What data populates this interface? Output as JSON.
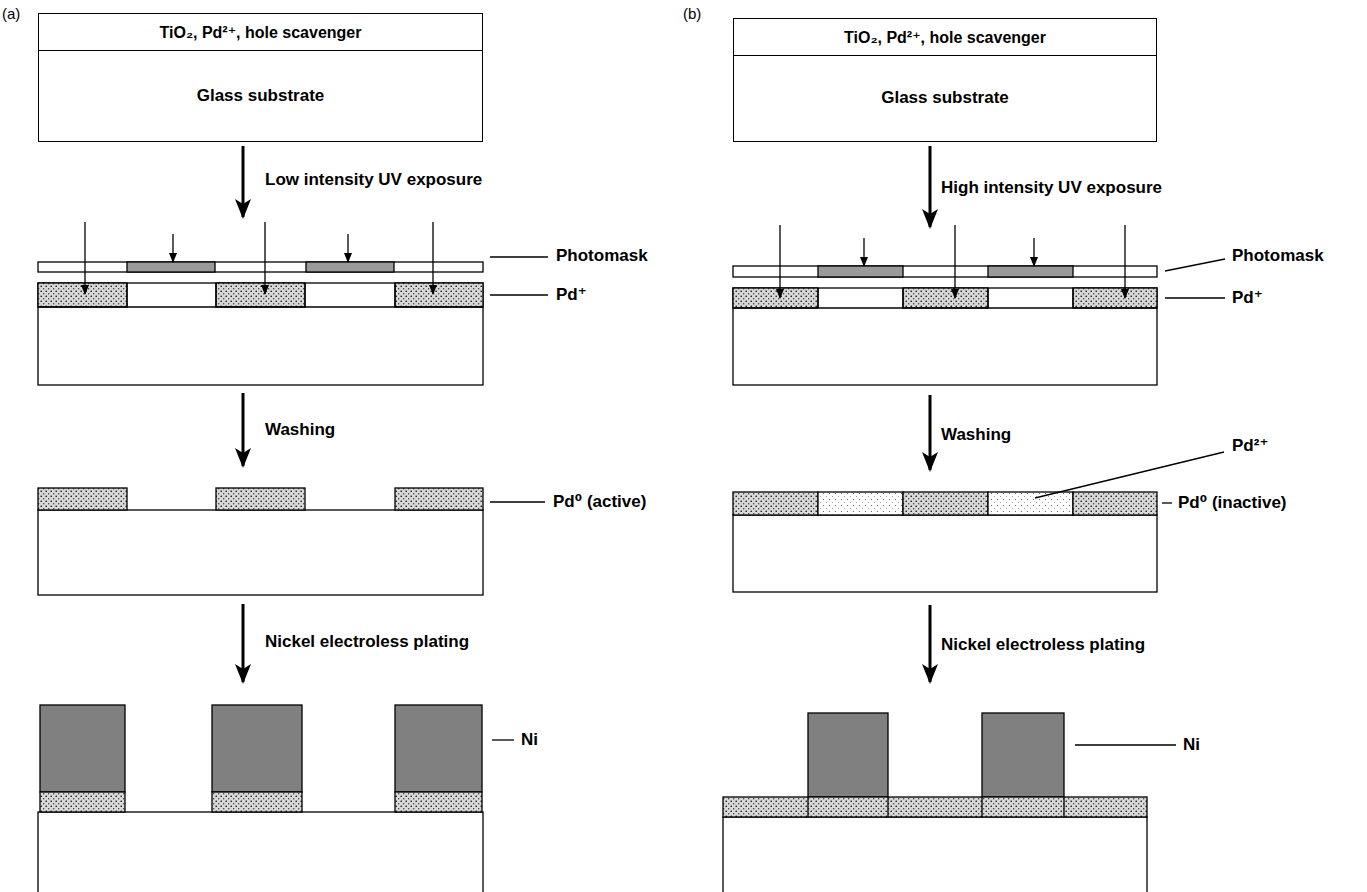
{
  "diagram": {
    "nodes": [
      {
        "text": [
          "TiO₂, Pd²⁺, hole scavenger",
          "Glass substrate"
        ]
      },
      {
        "text": [
          "TiO₂, Pd²⁺, hole scavenger",
          "Glass substrate"
        ]
      }
    ],
    "labels": [
      "(a)",
      "Low intensity UV exposure",
      "Photomask",
      "Pd⁺",
      "Washing",
      "Pd⁰ (active)",
      "Nickel electroless plating",
      "Ni",
      "(b)",
      "High intensity UV exposure",
      "Photomask",
      "Pd⁺",
      "Washing",
      "Pd²⁺",
      "Pd⁰ (inactive)",
      "Nickel electroless plating",
      "Ni"
    ]
  }
}
